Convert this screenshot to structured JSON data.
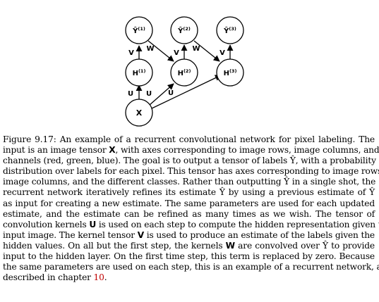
{
  "diagram": {
    "nodes": {
      "y1": {
        "base": "Ŷ",
        "sup": "(1)"
      },
      "y2": {
        "base": "Ŷ",
        "sup": "(2)"
      },
      "y3": {
        "base": "Ŷ",
        "sup": "(3)"
      },
      "h1": {
        "base": "H",
        "sup": "(1)"
      },
      "h2": {
        "base": "H",
        "sup": "(2)"
      },
      "h3": {
        "base": "H",
        "sup": "(3)"
      },
      "x": {
        "base": "X"
      }
    },
    "edge_labels": {
      "v": "V",
      "w": "W",
      "u": "U"
    }
  },
  "caption": {
    "lines": [
      [
        {
          "t": "Figure 9.17: An example of a recurrent convolutional network for pixel labeling. The"
        }
      ],
      [
        {
          "t": "input is an image tensor "
        },
        {
          "t": "X",
          "b": true
        },
        {
          "t": ", with axes corresponding to image rows, image columns, and"
        }
      ],
      [
        {
          "t": "channels (red, green, blue). The goal is to output a tensor of labels Ŷ, with a probability"
        }
      ],
      [
        {
          "t": "distribution over labels for each pixel. This tensor has axes corresponding to image rows,"
        }
      ],
      [
        {
          "t": "image columns, and the different classes. Rather than outputting Ŷ in a single shot, the"
        }
      ],
      [
        {
          "t": "recurrent network iteratively refines its estimate Ŷ by using a previous estimate of Ŷ"
        }
      ],
      [
        {
          "t": "as input for creating a new estimate. The same parameters are used for each updated"
        }
      ],
      [
        {
          "t": "estimate, and the estimate can be refined as many times as we wish. The tensor of"
        }
      ],
      [
        {
          "t": "convolution kernels "
        },
        {
          "t": "U",
          "b": true
        },
        {
          "t": " is used on each step to compute the hidden representation given the"
        }
      ],
      [
        {
          "t": "input image. The kernel tensor "
        },
        {
          "t": "V",
          "b": true
        },
        {
          "t": " is used to produce an estimate of the labels given the"
        }
      ],
      [
        {
          "t": "hidden values. On all but the first step, the kernels "
        },
        {
          "t": "W",
          "b": true
        },
        {
          "t": " are convolved over Ŷ to provide"
        }
      ],
      [
        {
          "t": "input to the hidden layer. On the first time step, this term is replaced by zero. Because"
        }
      ],
      [
        {
          "t": "the same parameters are used on each step, this is an example of a recurrent network, as"
        }
      ],
      [
        {
          "t": "described in chapter "
        },
        {
          "t": "10",
          "ref": true
        },
        {
          "t": "."
        }
      ]
    ]
  }
}
